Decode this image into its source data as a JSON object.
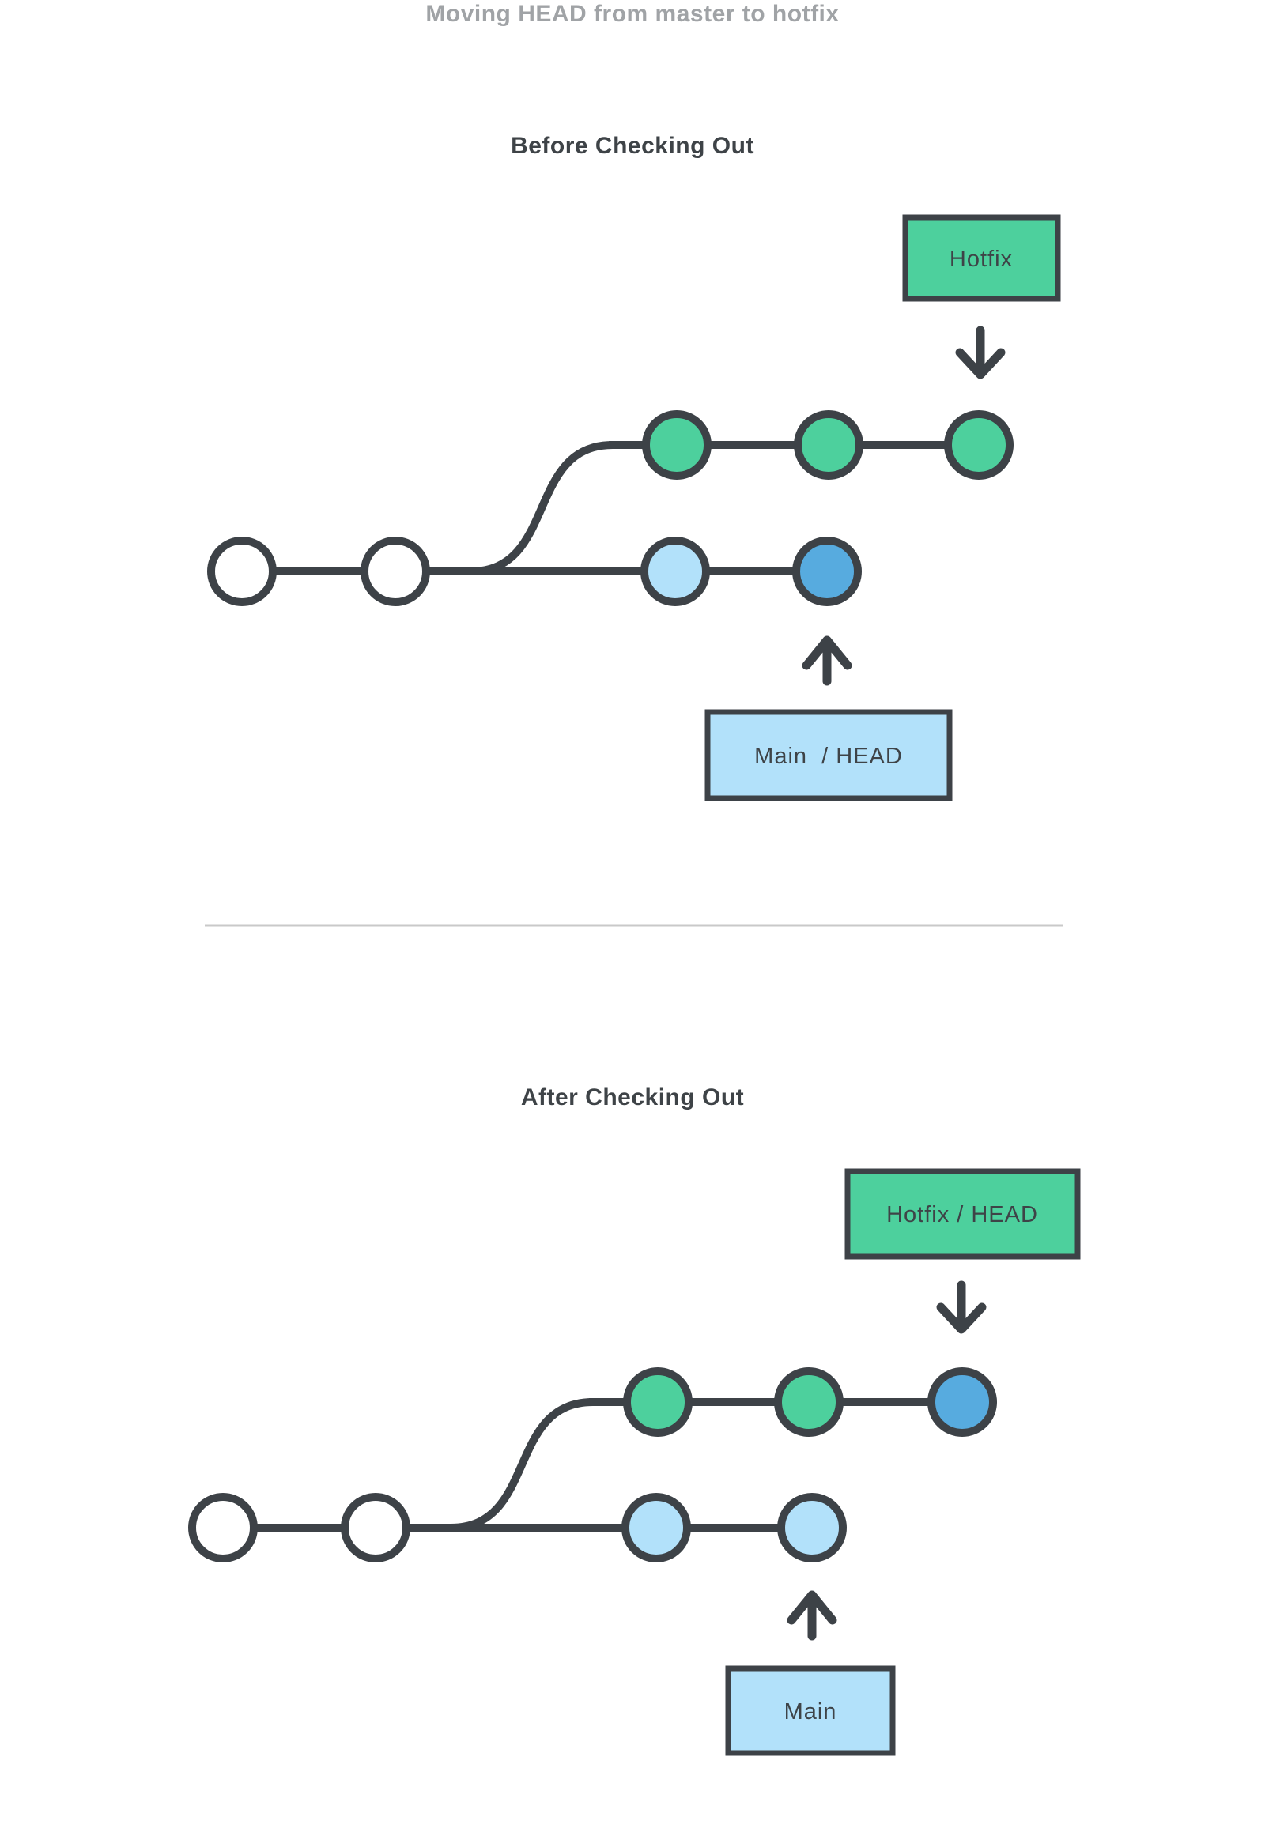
{
  "title": "Moving HEAD from master to hotfix",
  "colors": {
    "ink": "#3D4247",
    "green": "#4DD09D",
    "light_blue": "#B2E1FA",
    "dark_blue": "#57ABDF",
    "white": "#FFFFFF",
    "title_gray": "#A0A3A6",
    "heading": "#3E4347",
    "divider": "#C9C9C9"
  },
  "before": {
    "heading": "Before Checking Out",
    "branch_label": "Hotfix",
    "main_label": "Main  / HEAD",
    "branch_commits": [
      "green",
      "green",
      "green"
    ],
    "main_commits": [
      "white",
      "white",
      "light_blue",
      "dark_blue"
    ]
  },
  "after": {
    "heading": "After Checking Out",
    "branch_label": "Hotfix / HEAD",
    "main_label": "Main",
    "branch_commits": [
      "green",
      "green",
      "dark_blue"
    ],
    "main_commits": [
      "white",
      "white",
      "light_blue",
      "light_blue"
    ]
  }
}
